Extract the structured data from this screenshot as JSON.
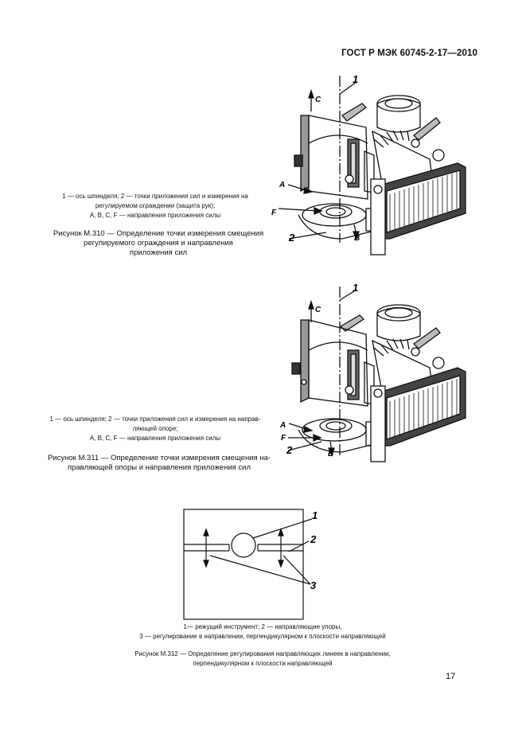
{
  "header": {
    "standard": "ГОСТ Р МЭК 60745-2-17—2010"
  },
  "figures": {
    "m310": {
      "legend_line1": "1 — ось шпинделя; 2 — точки приложения сил и измерения на",
      "legend_line2": "регулируемом ограждении (защита рук);",
      "legend_line3": "A, B, C, F — направления приложения силы",
      "caption_line1": "Рисунок М.310 — Определение точки измерения смещения",
      "caption_line2": "регулируемого ограждения и направления",
      "caption_line3": "приложения сил",
      "labels": {
        "l1": "1",
        "l2": "2",
        "a": "A",
        "b": "B",
        "c": "C",
        "f": "F"
      }
    },
    "m311": {
      "legend_line1": "1 — ось шпинделя; 2 — точки приложения сил и измерения на направ-",
      "legend_line2": "ляющей опоре;",
      "legend_line3": "A, B, C, F — направления приложения силы",
      "caption_line1": "Рисунок М.311 — Определение точки измерения смещения на-",
      "caption_line2": "правляющей опоры и направления приложения сил",
      "labels": {
        "l1": "1",
        "l2": "2",
        "a": "A",
        "b": "B",
        "c": "C",
        "f": "F"
      }
    },
    "m312": {
      "legend_line1": "1— режущий инструмент; 2 — направляющие упоры,",
      "legend_line2": "3 — регулирование в направлении, перпендикулярном к плоскости направляющей",
      "caption_line1": "Рисунок М.312 — Определение регулирования направляющих линеек в направлении,",
      "caption_line2": "перпендикулярном к плоскости направляющей",
      "labels": {
        "l1": "1",
        "l2": "2",
        "l3": "3"
      }
    }
  },
  "page_number": "17"
}
